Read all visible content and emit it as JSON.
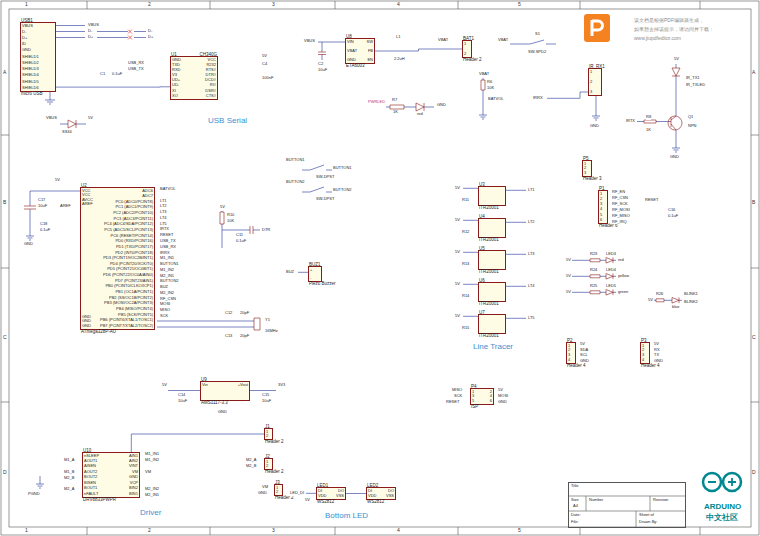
{
  "diagram": {
    "nodes": [
      {
        "text": [
          "USB1",
          "micro USB",
          "VBUS",
          "D-",
          "D+",
          "ID",
          "GND",
          "SHIELD1",
          "SHIELD2",
          "SHIELD3",
          "SHIELD4",
          "SHIELD5",
          "SHIELD6"
        ]
      },
      {
        "text": [
          "U1",
          "CH340G",
          "GND",
          "TXD",
          "RXD",
          "V3",
          "UD+",
          "UD-",
          "XI",
          "XO",
          "VCC",
          "R232",
          "RTS#",
          "DTR#",
          "DCD#",
          "RI#",
          "DSR#",
          "CTS#"
        ]
      },
      {
        "text": [
          "U8",
          "ETA6003",
          "VIN",
          "VBAT",
          "GND",
          "SW",
          "FB",
          "EN"
        ]
      },
      {
        "text": [
          "BAT1",
          "Header 2",
          "1",
          "2"
        ]
      },
      {
        "text": [
          "IR_RX1",
          "1",
          "2",
          "3"
        ]
      },
      {
        "text": [
          "U2",
          "ATmega328P-AU",
          "VCC",
          "VCC",
          "AVCC",
          "AREF",
          "GND",
          "GND",
          "GND",
          "ADC6",
          "ADC7",
          "PC0 (ADC0/PCINT8)",
          "PC1 (ADC1/PCINT9)",
          "PC2 (ADC2/PCINT10)",
          "PC3 (ADC3/PCINT11)",
          "PC4 (ADC4/SDA/PCINT12)",
          "PC5 (ADC5/SCL/PCINT13)",
          "PC6 (RESET/PCINT14)",
          "PD0 (RXD/PCINT16)",
          "PD1 (TXD/PCINT17)",
          "PD2 (INT0/PCINT18)",
          "PD3 (PCINT19/OC2B/INT1)",
          "PD4 (PCINT20/XCK/T0)",
          "PD5 (PCINT21/OC0B/T1)",
          "PD6 (PCINT22/OC0A/AIN0)",
          "PD7 (PCINT23/AIN1)",
          "PB0 (PCINT0/CLKO/ICP1)",
          "PB1 (OC1A/PCINT1)",
          "PB2 (SS/OC1B/PCINT2)",
          "PB3 (MOSI/OC2A/PCINT3)",
          "PB4 (MISO/PCINT4)",
          "PB5 (SCK/PCINT5)",
          "PB6 (PCINT6/XTAL1/TOSC1)",
          "PB7 (PCINT7/XTAL2/TOSC2)"
        ]
      },
      {
        "text": [
          "BUZ1",
          "Piezo Buzzer",
          "+",
          "-"
        ]
      },
      {
        "text": [
          "U3",
          "ITR20001"
        ]
      },
      {
        "text": [
          "U4",
          "ITR20001"
        ]
      },
      {
        "text": [
          "U5",
          "ITR20001"
        ]
      },
      {
        "text": [
          "U6",
          "ITR20001"
        ]
      },
      {
        "text": [
          "U7",
          "ITR20001"
        ]
      },
      {
        "text": [
          "P5",
          "Header 3",
          "1",
          "2",
          "3"
        ]
      },
      {
        "text": [
          "P1",
          "Header 6",
          "1",
          "2",
          "3",
          "4",
          "5",
          "6"
        ]
      },
      {
        "text": [
          "P2",
          "Header 4",
          "1",
          "2",
          "3",
          "4"
        ]
      },
      {
        "text": [
          "P3",
          "Header 4",
          "1",
          "2",
          "3",
          "4"
        ]
      },
      {
        "text": [
          "U9",
          "AMS1117-3.3",
          "Vin",
          "+Vout"
        ]
      },
      {
        "text": [
          "P4",
          "ISP",
          "1",
          "3",
          "5",
          "2",
          "4",
          "6"
        ]
      },
      {
        "text": [
          "U10",
          "DRV8833PWPR",
          "nSLEEP",
          "AOUT1",
          "AISEN",
          "AOUT2",
          "BOUT2",
          "BISEN",
          "BOUT1",
          "nFAULT",
          "AIN1",
          "AIN2",
          "VINT",
          "VM",
          "GND",
          "VCP",
          "BIN2",
          "BIN1"
        ]
      },
      {
        "text": [
          "J1",
          "Header 2",
          "1",
          "2"
        ]
      },
      {
        "text": [
          "J2",
          "Header 2",
          "1",
          "2"
        ]
      },
      {
        "text": [
          "J3",
          "Header 2",
          "1",
          "2"
        ]
      },
      {
        "text": [
          "LED1",
          "WS2812",
          "DI",
          "VDD",
          "DO",
          "VSS"
        ]
      },
      {
        "text": [
          "LED2",
          "WS2812",
          "DI",
          "VDD",
          "DO",
          "VSS"
        ]
      },
      {
        "text": [
          "Title",
          "Size",
          "A4",
          "Number",
          "Revision",
          "Date:",
          "File:",
          "Sheet of",
          "Drawn By:"
        ]
      }
    ],
    "edges": [
      {
        "from": 0,
        "to": 1,
        "arrow": "none"
      },
      {
        "from": 2,
        "to": 3,
        "arrow": "none"
      },
      {
        "from": 18,
        "to": 19,
        "arrow": "none"
      },
      {
        "from": 22,
        "to": 23,
        "arrow": "none"
      }
    ],
    "labels": [
      "1",
      "2",
      "3",
      "4",
      "5",
      "1",
      "2",
      "3",
      "4",
      "5",
      "A",
      "B",
      "C",
      "D",
      "A",
      "B",
      "C",
      "D",
      "USB Serial",
      "Line Tracer",
      "Driver",
      "Bottom LED",
      "该文档是根据PDF编辑器生成，",
      "如果想去掉该提示，请访问并下载：",
      "www.jiupdfeditor.com",
      "ARDUINO",
      "中文社区",
      "VBUS",
      "D-",
      "D+",
      "D-",
      "D+",
      "USB_RX",
      "USB_TX",
      "C1",
      "0.1uF",
      "C4",
      "100nF",
      "5V",
      "VBUS",
      "5V",
      "SS34",
      "VBUS",
      "C2",
      "10uF",
      "L1",
      "2.2uH",
      "VBAT",
      "VBAT",
      "S1",
      "SW-SPD2",
      "PWRLED",
      "R7",
      "1K",
      "red",
      "GND",
      "VBAT",
      "R6",
      "10K",
      "BATVOL",
      "IRRX",
      "GND",
      "5V",
      "IR_TX1",
      "IR_TXLED",
      "IRTX",
      "R8",
      "1K",
      "Q1",
      "NPN",
      "GND",
      "5V",
      "C17",
      "10uF",
      "AREF",
      "C18",
      "0.1uF",
      "GND",
      "BATVOL",
      "LT1",
      "LT2",
      "LT3",
      "LT4",
      "LT5",
      "IRTX",
      "RESET",
      "USB_TX",
      "USB_RX",
      "IRRX",
      "M1_IN1",
      "BUTTON1",
      "M1_IN2",
      "M2_IN1",
      "BUTTON2",
      "BUZ",
      "M2_IN2",
      "RF_CSN",
      "MOSI",
      "MISO",
      "SCK",
      "5V",
      "R10",
      "10K",
      "C11",
      "0.1uF",
      "DTR",
      "C12",
      "20pF",
      "Y1",
      "16MHz",
      "C13",
      "20pF",
      "BUTTON1",
      "BUTTON1",
      "SW-DPST",
      "BUTTON2",
      "BUTTON2",
      "SW-DPST",
      "BUZ",
      "5V",
      "R11",
      "LT1",
      "5V",
      "R12",
      "LT2",
      "5V",
      "R13",
      "LT3",
      "5V",
      "R14",
      "LT4",
      "5V",
      "R15",
      "LT5",
      "RF_EN",
      "RF_CSN",
      "RF_SCK",
      "RF_MOSI",
      "RF_MISO",
      "RF_IRQ",
      "RESET",
      "C16",
      "0.1uF",
      "5V",
      "R23",
      "LED3",
      "red",
      "5V",
      "R24",
      "LED4",
      "yellow",
      "5V",
      "R25",
      "LED5",
      "green",
      "5V",
      "R26",
      "BLINK1",
      "BLINK2",
      "blue",
      "5V",
      "SDA",
      "SCL",
      "GND",
      "5V",
      "RX",
      "TX",
      "GND",
      "5V",
      "C14",
      "10uF",
      "C15",
      "10uF",
      "3V3",
      "GND",
      "MISO",
      "SCK",
      "RESET",
      "5V",
      "MOSI",
      "GND",
      "M1_A",
      "M1_B",
      "M2_B",
      "M2_A",
      "PGND",
      "M1_IN1",
      "M1_IN2",
      "VM",
      "M2_IN2",
      "M2_IN1",
      "M2_A",
      "M2_B",
      "VM",
      "GND",
      "LED_DI",
      "5V"
    ]
  }
}
